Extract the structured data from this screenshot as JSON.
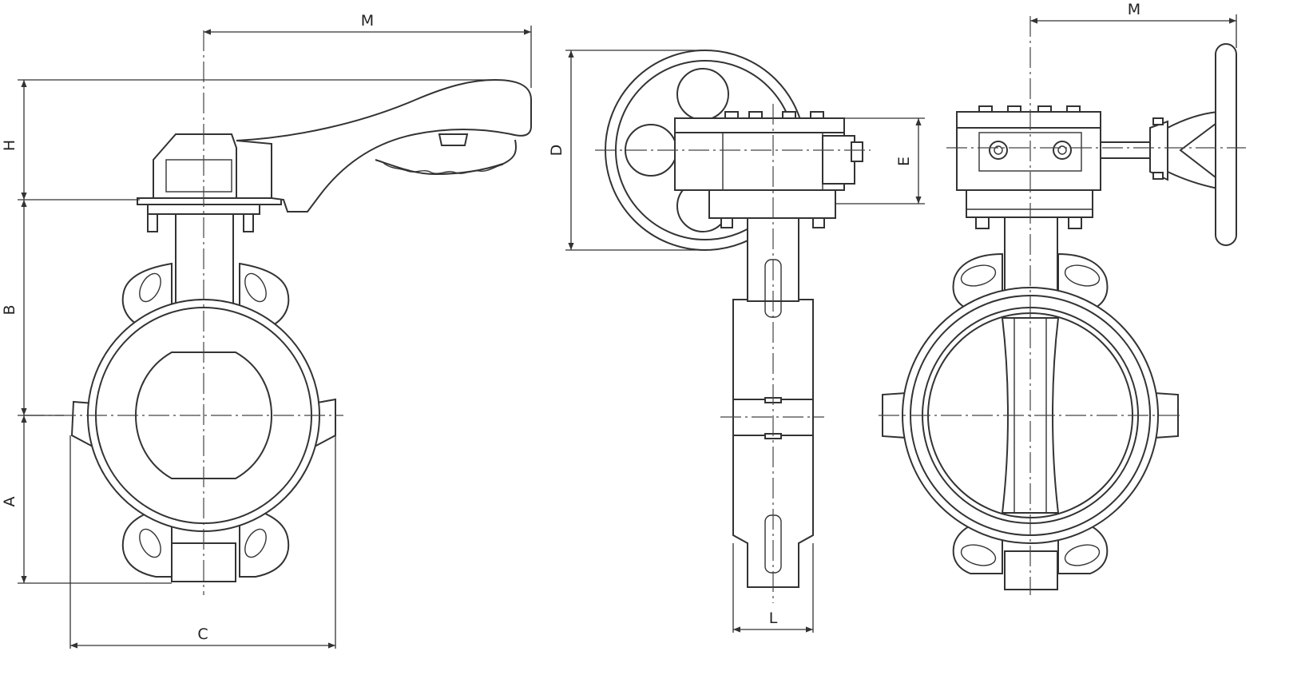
{
  "diagram": {
    "views": [
      {
        "id": "lever-view",
        "labels": {
          "overall_length": "M",
          "handle_height": "H",
          "top_to_center": "B",
          "center_to_bottom": "A",
          "flange_width": "C"
        }
      },
      {
        "id": "gear-side-view",
        "labels": {
          "handwheel_diameter": "D",
          "gearbox_height": "E",
          "body_width": "L"
        }
      },
      {
        "id": "gear-front-view",
        "labels": {
          "overall_length": "M"
        }
      }
    ]
  }
}
